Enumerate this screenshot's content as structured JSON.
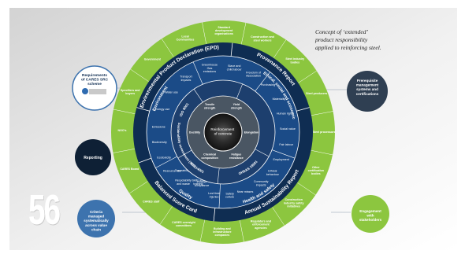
{
  "page_number": "56",
  "caption": [
    "Concept of ‘extended’",
    "product responsibility",
    "applied to reinforcing steel."
  ],
  "colors": {
    "green_ring": "#8cc63f",
    "navy": "#0f2d52",
    "mid_blue": "#1b4b87",
    "light_blue": "#3a72b8",
    "steel_grey": "#4a5663",
    "left_circle_blue": "#3d73ae",
    "right_circle_green": "#8cc63f",
    "dark_circle": "#0e2035"
  },
  "outer_ring_labels": [
    "Local Communities",
    "Standard development organisations",
    "Construction and steel workers",
    "Steel industry bodies",
    "Steel producers",
    "Steel processors",
    "Other certification bodies",
    "Construction industry safety initiatives",
    "Regulators and enforcement agencies",
    "Building and infrastructure companies",
    "CARES oversight committees",
    "CARES staff",
    "CARES Board",
    "NGO's",
    "Specifiers and buyers",
    "Government"
  ],
  "ring_titles": {
    "epd": "Environmental Product Declaration (EPD)",
    "provenance": "Provenance Report",
    "scorecard": "Balanced Score Card",
    "sustainability_report": "Annual Sustainability Report",
    "environment": "Environment",
    "ethical": "Ethical, social and economic",
    "quality": "Quality",
    "health_safety": "Health and safety",
    "sustainability_assessment": "Sustainability assessment (SCS)",
    "iso9001": "ISO 9001",
    "iso14001": "ISO 14001",
    "ohsas": "OHSAS 18001"
  },
  "topic_labels": [
    "Greenhouse Gas emissions",
    "Slave and child labour",
    "Freedom of Association",
    "Transport impacts",
    "Water use",
    "Energy use",
    "Emissions",
    "Biodiversity",
    "Ecotoxicity",
    "Resource use",
    "Recyclability and waste",
    "Purchasing",
    "Materiality",
    "Human rights",
    "Social value",
    "Fair labour",
    "Employment",
    "Ethical behaviour",
    "Community impacts",
    "Near misses",
    "Safety culture",
    "Lost time injuries",
    "Product compliance",
    "Skills and training",
    "Traceability"
  ],
  "core_labels": {
    "tensile": "Tensile strength",
    "yield": "Yield strength",
    "elongation": "Elongation",
    "fatigue": "Fatigue resistance",
    "chemical": "Chemical composition",
    "ductility": "Ductility",
    "center": "Reinforcement of concrete"
  },
  "side_circles": {
    "requirements": "Requirements of CARES SRC scheme",
    "reporting": "Reporting",
    "criteria": "Criteria managed systematically across value chain",
    "prerequisite": "Prerequisite management systems and certifications",
    "engagement": "Engagement with stakeholders"
  }
}
